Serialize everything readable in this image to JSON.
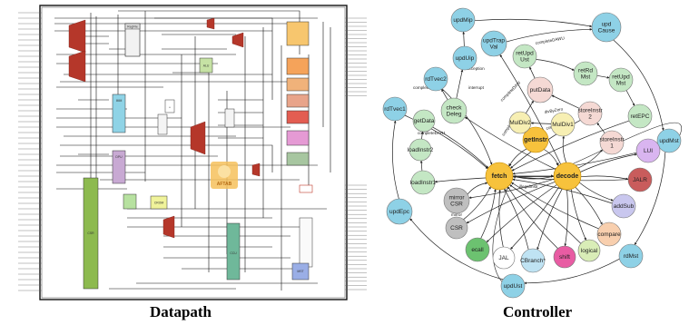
{
  "captions": {
    "datapath": "Datapath",
    "controller": "Controller"
  },
  "datapath": {
    "logo_text": "AFTAB",
    "blocks": [
      {
        "id": "regfile",
        "label": "RegFile"
      },
      {
        "id": "imm",
        "label": "IMM"
      },
      {
        "id": "alu",
        "label": "ALU"
      },
      {
        "id": "dpu",
        "label": "DPU"
      },
      {
        "id": "comp",
        "label": "COMP"
      },
      {
        "id": "adder",
        "label": "+"
      },
      {
        "id": "csr",
        "label": "CSR"
      },
      {
        "id": "crom",
        "label": "CROM"
      },
      {
        "id": "ccu",
        "label": "CCU"
      },
      {
        "id": "mstatus",
        "label": "MST"
      }
    ]
  },
  "controller": {
    "nodes": [
      {
        "id": "fetch",
        "label": "fetch",
        "kind": "main"
      },
      {
        "id": "decode",
        "label": "decode",
        "kind": "main"
      },
      {
        "id": "getInstr",
        "label": "getInstr",
        "kind": "main"
      },
      {
        "id": "updMip",
        "label": "updMip",
        "kind": "blue"
      },
      {
        "id": "updCause",
        "label": "upd\nCause",
        "kind": "blue"
      },
      {
        "id": "updTrapVal",
        "label": "updTrap\nVal",
        "kind": "blue"
      },
      {
        "id": "updUip",
        "label": "updUip",
        "kind": "blue"
      },
      {
        "id": "rdTvec2",
        "label": "rdTvec2",
        "kind": "blue"
      },
      {
        "id": "rdTvec1",
        "label": "rdTvec1",
        "kind": "blue"
      },
      {
        "id": "updMst",
        "label": "updMst",
        "kind": "blue"
      },
      {
        "id": "updEpc",
        "label": "updEpc",
        "kind": "blue"
      },
      {
        "id": "rdMst",
        "label": "rdMst",
        "kind": "blue"
      },
      {
        "id": "updUst",
        "label": "updUst",
        "kind": "blue"
      },
      {
        "id": "retUpdUst",
        "label": "retUpd\nUst",
        "kind": "green"
      },
      {
        "id": "retRdMst",
        "label": "retRd\nMst",
        "kind": "green"
      },
      {
        "id": "retUpdMst",
        "label": "retUpd\nMst",
        "kind": "green"
      },
      {
        "id": "retEPC",
        "label": "retEPC",
        "kind": "green"
      },
      {
        "id": "checkDeleg",
        "label": "check\nDeleg",
        "kind": "green"
      },
      {
        "id": "getData",
        "label": "getData",
        "kind": "green"
      },
      {
        "id": "loadInstr2",
        "label": "loadInstr2",
        "kind": "green"
      },
      {
        "id": "loadInstr1",
        "label": "loadInstr1",
        "kind": "green"
      },
      {
        "id": "putData",
        "label": "putData",
        "kind": "pink"
      },
      {
        "id": "storeInstr2",
        "label": "storeInstr\n2",
        "kind": "pink"
      },
      {
        "id": "storeInstr1",
        "label": "storeInstr\n1",
        "kind": "pink"
      },
      {
        "id": "mulDiv2",
        "label": "MulDiv2",
        "kind": "yellow"
      },
      {
        "id": "mulDiv1",
        "label": "MulDiv1",
        "kind": "yellow"
      },
      {
        "id": "mirrorCSR",
        "label": "mirror\nCSR",
        "kind": "gray"
      },
      {
        "id": "csr",
        "label": "CSR",
        "kind": "gray"
      },
      {
        "id": "lui",
        "label": "LUI",
        "kind": "purple"
      },
      {
        "id": "jalr",
        "label": "JALR",
        "kind": "red"
      },
      {
        "id": "addSub",
        "label": "addSub",
        "kind": "lav"
      },
      {
        "id": "compare",
        "label": "compare",
        "kind": "peach"
      },
      {
        "id": "logical",
        "label": "logical",
        "kind": "lightgreen"
      },
      {
        "id": "shift",
        "label": "shift",
        "kind": "magenta"
      },
      {
        "id": "cBranch",
        "label": "CBranch*",
        "kind": "lightblue"
      },
      {
        "id": "jal",
        "label": "JAL",
        "kind": "white"
      },
      {
        "id": "ecall",
        "label": "ecall",
        "kind": "green2"
      }
    ],
    "edge_labels": {
      "completeDAWU": "completeDAWU",
      "completeDAR": "completeDAR",
      "completeDAR1": "completeDAR1",
      "completeDAW": "completeDAW",
      "completeAAU": "completeAAU",
      "divByZero": "divByZero",
      "exception": "exception",
      "interrupt": "interrupt",
      "illegalInstr": "illegalInstr",
      "mirror": "mirror"
    }
  }
}
